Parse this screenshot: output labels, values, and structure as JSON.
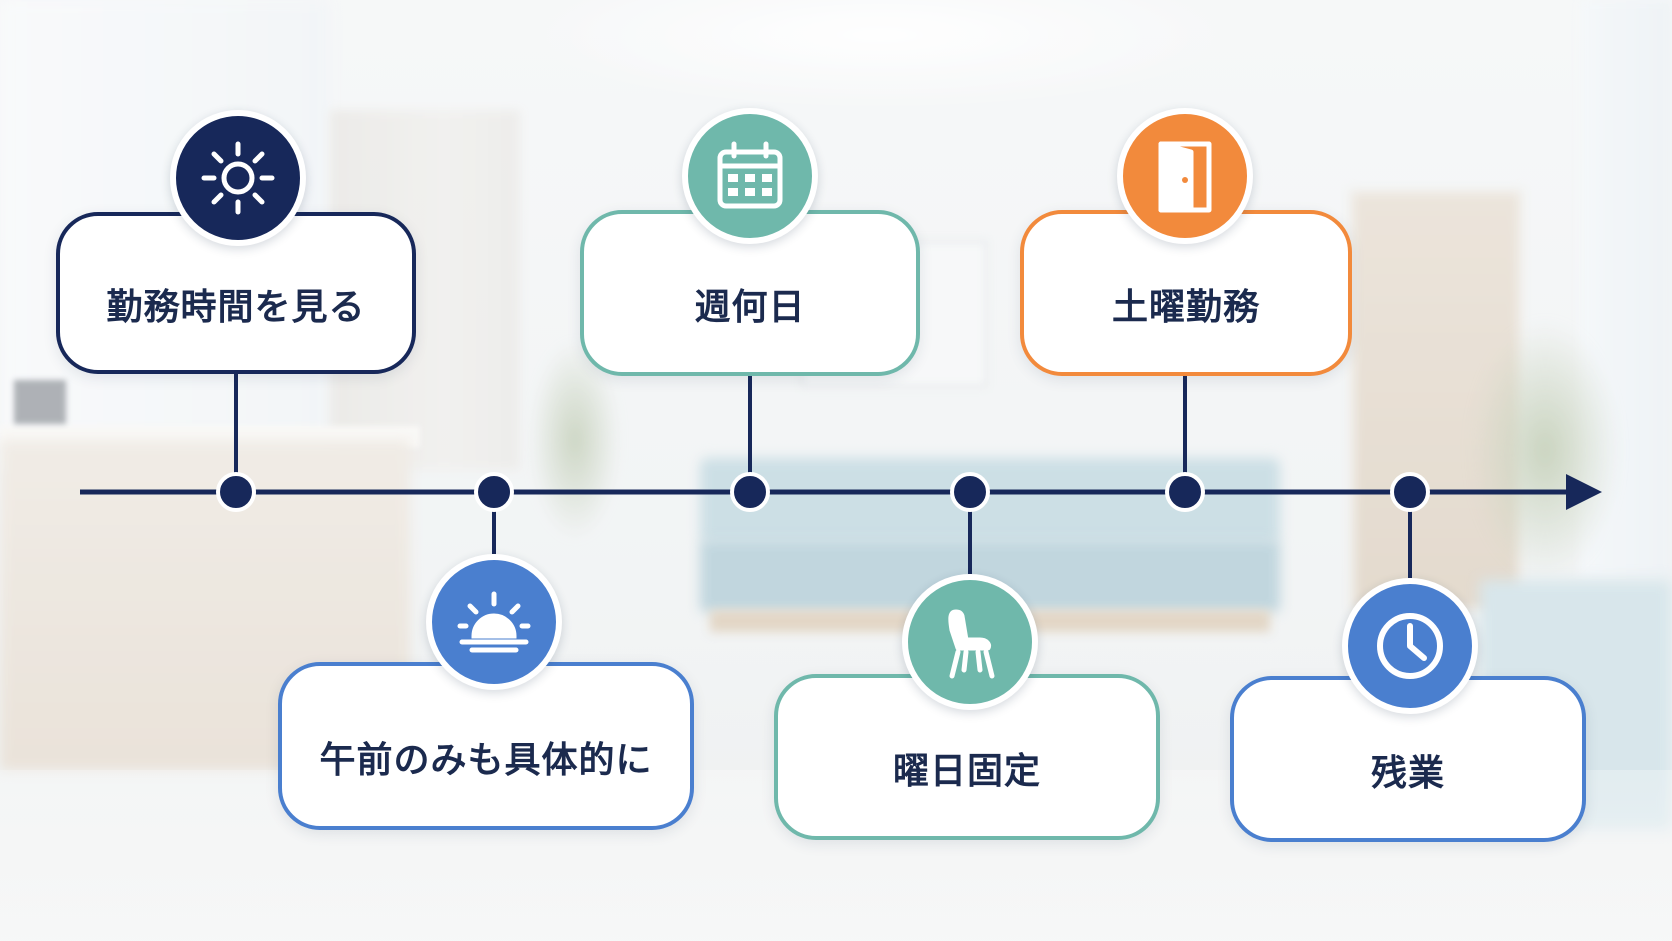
{
  "colors": {
    "timeline": "#17285a",
    "navy": "#17285a",
    "teal": "#6fb8ab",
    "orange": "#f28a3c",
    "blue": "#4a7fcf",
    "text": "#1b2a4e"
  },
  "nodes": [
    {
      "label": "勤務時間を見る",
      "icon": "sun-icon",
      "position": "top",
      "color": "#17285a",
      "border": "#17285a"
    },
    {
      "label": "午前のみも具体的に",
      "icon": "sunrise-icon",
      "position": "bottom",
      "color": "#4a7fcf",
      "border": "#4a7fcf"
    },
    {
      "label": "週何日",
      "icon": "calendar-icon",
      "position": "top",
      "color": "#6fb8ab",
      "border": "#6fb8ab"
    },
    {
      "label": "曜日固定",
      "icon": "chair-icon",
      "position": "bottom",
      "color": "#6fb8ab",
      "border": "#6fb8ab"
    },
    {
      "label": "土曜勤務",
      "icon": "door-icon",
      "position": "top",
      "color": "#f28a3c",
      "border": "#f28a3c"
    },
    {
      "label": "残業",
      "icon": "clock-icon",
      "position": "bottom",
      "color": "#4a7fcf",
      "border": "#4a7fcf"
    }
  ]
}
